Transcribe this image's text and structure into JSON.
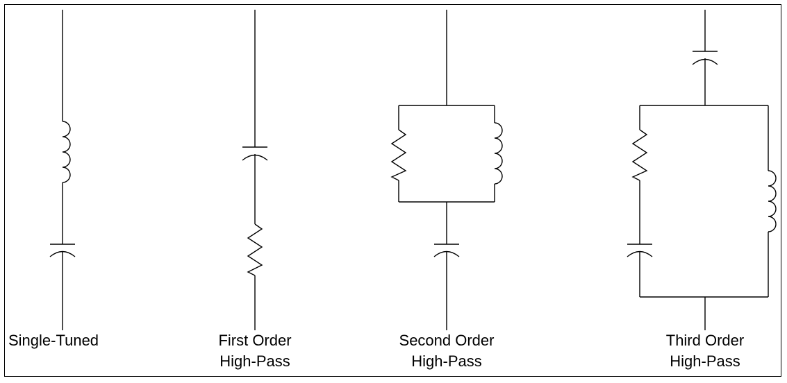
{
  "filters": [
    {
      "name": "single-tuned",
      "label_lines": [
        "Single-Tuned"
      ]
    },
    {
      "name": "first-order",
      "label_lines": [
        "First Order",
        "High-Pass"
      ]
    },
    {
      "name": "second-order",
      "label_lines": [
        "Second Order",
        "High-Pass"
      ]
    },
    {
      "name": "third-order",
      "label_lines": [
        "Third Order",
        "High-Pass"
      ]
    }
  ],
  "colors": {
    "line": "#000000",
    "background": "#ffffff"
  }
}
